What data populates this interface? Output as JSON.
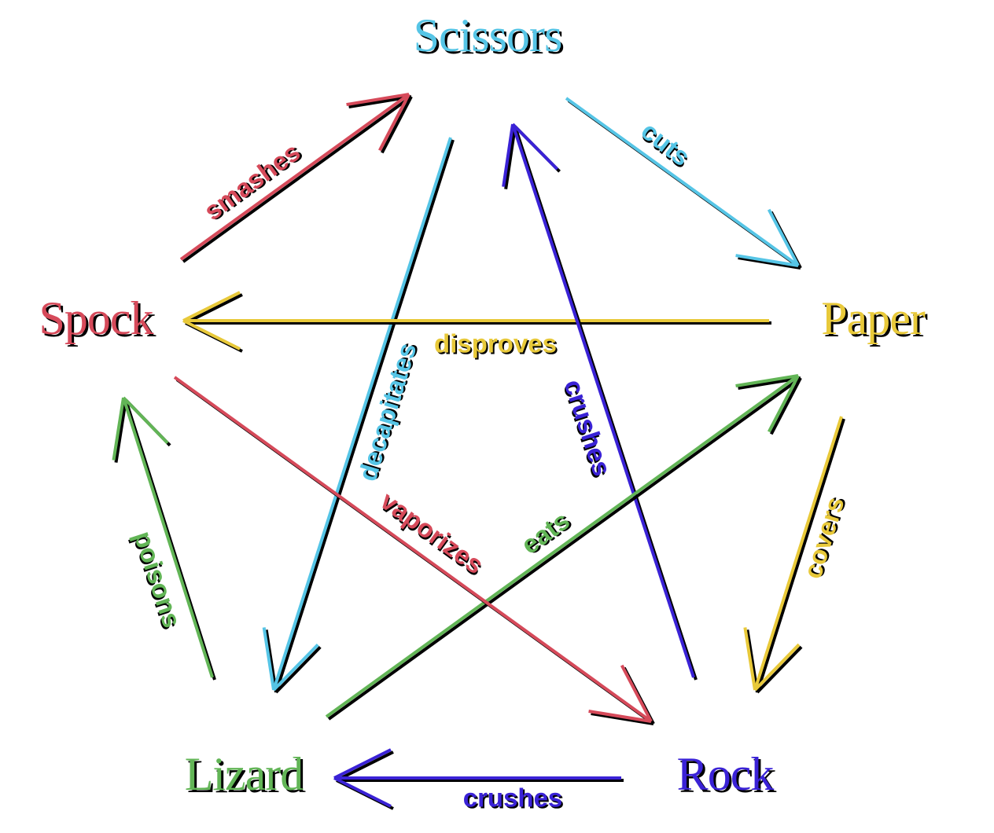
{
  "colors": {
    "scissors": "#56c5e6",
    "paper": "#e8c93a",
    "rock": "#3a22d6",
    "lizard": "#62b556",
    "spock": "#d64a5a",
    "shadow": "#000000"
  },
  "nodes": {
    "scissors": {
      "label": "Scissors"
    },
    "paper": {
      "label": "Paper"
    },
    "rock": {
      "label": "Rock"
    },
    "lizard": {
      "label": "Lizard"
    },
    "spock": {
      "label": "Spock"
    }
  },
  "edges": [
    {
      "id": "cuts",
      "from": "Scissors",
      "to": "Paper",
      "label": "cuts",
      "color_key": "scissors"
    },
    {
      "id": "decapitates",
      "from": "Scissors",
      "to": "Lizard",
      "label": "decapitates",
      "color_key": "scissors"
    },
    {
      "id": "covers",
      "from": "Paper",
      "to": "Rock",
      "label": "covers",
      "color_key": "paper"
    },
    {
      "id": "disproves",
      "from": "Paper",
      "to": "Spock",
      "label": "disproves",
      "color_key": "paper"
    },
    {
      "id": "crushes-lizard",
      "from": "Rock",
      "to": "Lizard",
      "label": "crushes",
      "color_key": "rock"
    },
    {
      "id": "crushes-scissors",
      "from": "Rock",
      "to": "Scissors",
      "label": "crushes",
      "color_key": "rock"
    },
    {
      "id": "poisons",
      "from": "Lizard",
      "to": "Spock",
      "label": "poisons",
      "color_key": "lizard"
    },
    {
      "id": "eats",
      "from": "Lizard",
      "to": "Paper",
      "label": "eats",
      "color_key": "lizard"
    },
    {
      "id": "smashes",
      "from": "Spock",
      "to": "Scissors",
      "label": "smashes",
      "color_key": "spock"
    },
    {
      "id": "vaporizes",
      "from": "Spock",
      "to": "Rock",
      "label": "vaporizes",
      "color_key": "spock"
    }
  ]
}
